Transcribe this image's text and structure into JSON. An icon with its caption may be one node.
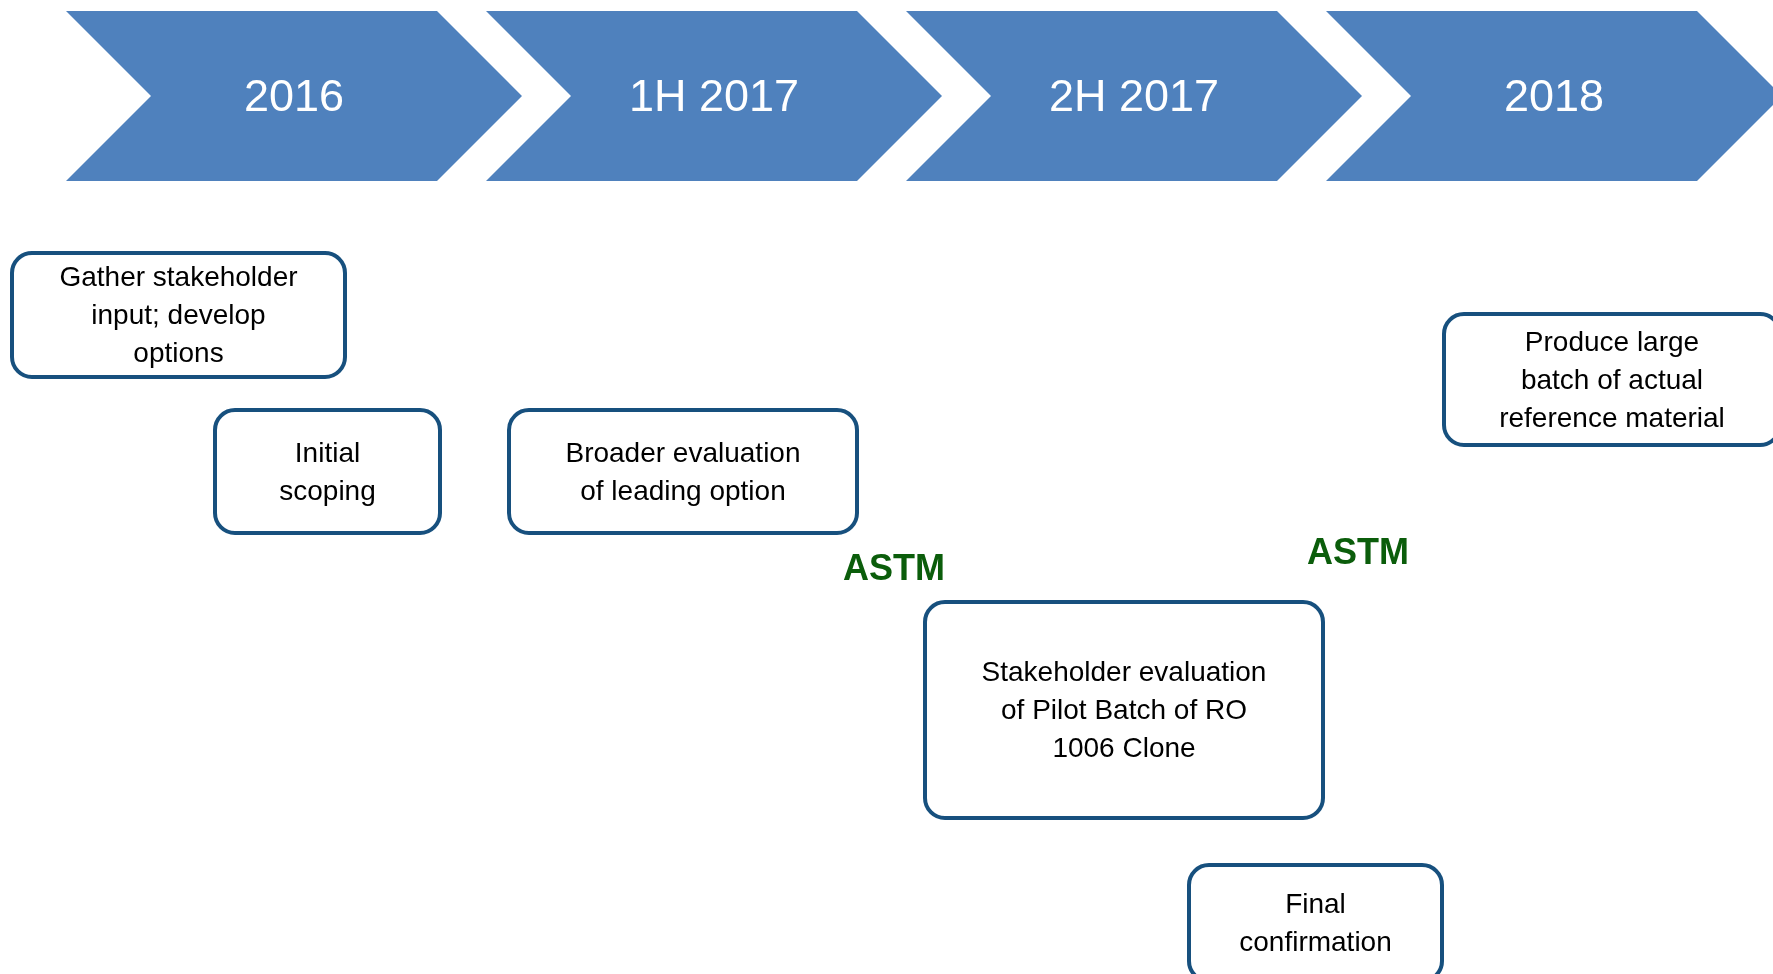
{
  "diagram": {
    "nodes": [
      {
        "text": [
          "2016"
        ]
      },
      {
        "text": [
          "1H 2017"
        ]
      },
      {
        "text": [
          "2H 2017"
        ]
      },
      {
        "text": [
          "2018"
        ]
      },
      {
        "text": [
          "Gather stakeholder input; develop options"
        ]
      },
      {
        "text": [
          "Initial scoping"
        ]
      },
      {
        "text": [
          "Broader evaluation of leading option"
        ]
      },
      {
        "text": [
          "Stakeholder evaluation of Pilot Batch of RO 1006 Clone"
        ]
      },
      {
        "text": [
          "Final confirmation"
        ]
      },
      {
        "text": [
          "Produce large batch of actual reference material"
        ]
      }
    ],
    "edges": [],
    "labels": [
      "ASTM",
      "ASTM"
    ]
  }
}
